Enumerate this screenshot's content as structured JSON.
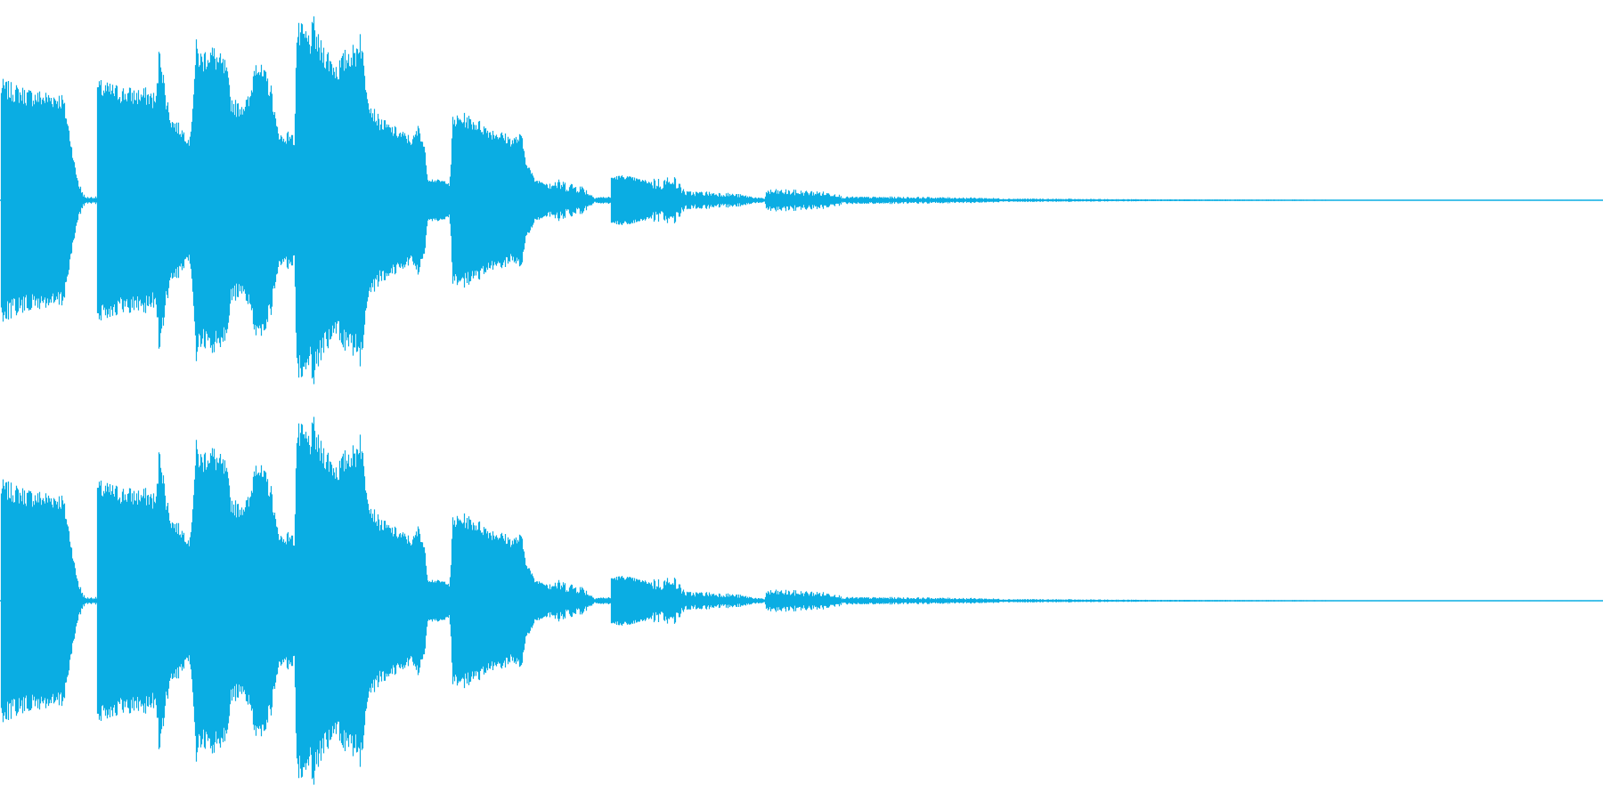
{
  "waveform": {
    "color": "#0AADE3",
    "background": "#FFFFFF",
    "channel_count": 2,
    "channels": [
      {
        "name": "channel-left"
      },
      {
        "name": "channel-right"
      }
    ],
    "envelope": [
      [
        0.0,
        0.0
      ],
      [
        0.5,
        0.86
      ],
      [
        4,
        0.86
      ],
      [
        10,
        0.84
      ],
      [
        20,
        0.82
      ],
      [
        30,
        0.8
      ],
      [
        40,
        0.79
      ],
      [
        50,
        0.78
      ],
      [
        60,
        0.78
      ],
      [
        70,
        0.76
      ],
      [
        75,
        0.6
      ],
      [
        80,
        0.4
      ],
      [
        85,
        0.2
      ],
      [
        90,
        0.08
      ],
      [
        95,
        0.02
      ],
      [
        108,
        0.02
      ],
      [
        109,
        0.86
      ],
      [
        120,
        0.84
      ],
      [
        135,
        0.82
      ],
      [
        150,
        0.8
      ],
      [
        165,
        0.8
      ],
      [
        170,
        0.78
      ],
      [
        175,
        0.76
      ],
      [
        179,
        1.17
      ],
      [
        185,
        0.8
      ],
      [
        192,
        0.6
      ],
      [
        200,
        0.55
      ],
      [
        207,
        0.5
      ],
      [
        213,
        0.45
      ],
      [
        220,
        1.14
      ],
      [
        226,
        1.06
      ],
      [
        233,
        1.12
      ],
      [
        240,
        1.1
      ],
      [
        247,
        1.04
      ],
      [
        253,
        1.0
      ],
      [
        259,
        0.75
      ],
      [
        266,
        0.7
      ],
      [
        280,
        0.75
      ],
      [
        287,
        1.09
      ],
      [
        293,
        0.96
      ],
      [
        300,
        0.9
      ],
      [
        305,
        0.8
      ],
      [
        310,
        0.55
      ],
      [
        317,
        0.46
      ],
      [
        325,
        0.5
      ],
      [
        330,
        0.45
      ],
      [
        333,
        1.26
      ],
      [
        340,
        1.25
      ],
      [
        347,
        1.2
      ],
      [
        352,
        1.3
      ],
      [
        358,
        1.15
      ],
      [
        364,
        1.12
      ],
      [
        371,
        1.05
      ],
      [
        378,
        0.99
      ],
      [
        385,
        1.05
      ],
      [
        392,
        1.12
      ],
      [
        398,
        1.1
      ],
      [
        404,
        1.25
      ],
      [
        409,
        0.95
      ],
      [
        416,
        0.7
      ],
      [
        425,
        0.6
      ],
      [
        436,
        0.55
      ],
      [
        450,
        0.5
      ],
      [
        463,
        0.45
      ],
      [
        470,
        0.55
      ],
      [
        476,
        0.4
      ],
      [
        480,
        0.16
      ],
      [
        488,
        0.15
      ],
      [
        500,
        0.14
      ],
      [
        505,
        0.13
      ],
      [
        508,
        0.6
      ],
      [
        520,
        0.62
      ],
      [
        535,
        0.58
      ],
      [
        550,
        0.52
      ],
      [
        560,
        0.5
      ],
      [
        575,
        0.45
      ],
      [
        585,
        0.48
      ],
      [
        590,
        0.3
      ],
      [
        600,
        0.15
      ],
      [
        620,
        0.12
      ],
      [
        640,
        0.1
      ],
      [
        655,
        0.08
      ],
      [
        660,
        0.05
      ],
      [
        667,
        0.02
      ],
      [
        685,
        0.02
      ],
      [
        686,
        0.17
      ],
      [
        700,
        0.18
      ],
      [
        720,
        0.15
      ],
      [
        740,
        0.12
      ],
      [
        755,
        0.14
      ],
      [
        762,
        0.1
      ],
      [
        770,
        0.05
      ],
      [
        790,
        0.05
      ],
      [
        820,
        0.04
      ],
      [
        835,
        0.03
      ],
      [
        858,
        0.01
      ],
      [
        860,
        0.06
      ],
      [
        880,
        0.06
      ],
      [
        920,
        0.05
      ],
      [
        940,
        0.04
      ],
      [
        945,
        0.02
      ],
      [
        1000,
        0.02
      ],
      [
        1100,
        0.015
      ],
      [
        1130,
        0.01
      ],
      [
        1200,
        0.008
      ],
      [
        1300,
        0.005
      ],
      [
        1400,
        0.004
      ],
      [
        1550,
        0.002
      ],
      [
        1700,
        0.001
      ],
      [
        1800,
        0.001
      ]
    ]
  }
}
